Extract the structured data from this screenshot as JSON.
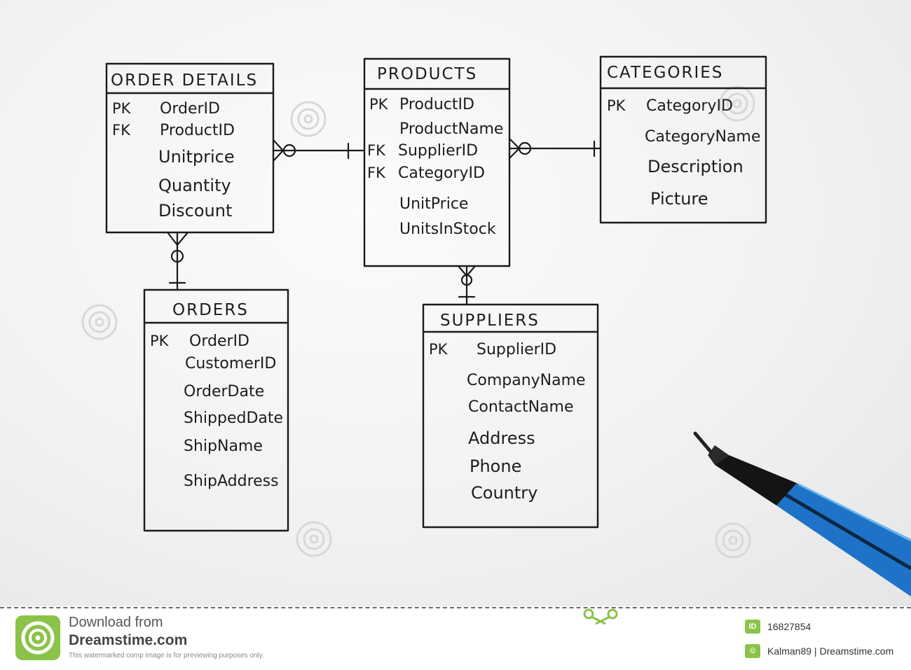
{
  "diagram": {
    "entities": [
      {
        "id": "order_details",
        "title": "ORDER DETAILS",
        "rows": [
          {
            "key": "PK",
            "name": "OrderID"
          },
          {
            "key": "FK",
            "name": "ProductID"
          },
          {
            "key": "",
            "name": "Unitprice"
          },
          {
            "key": "",
            "name": "Quantity"
          },
          {
            "key": "",
            "name": "Discount"
          }
        ]
      },
      {
        "id": "products",
        "title": "PRODUCTS",
        "rows": [
          {
            "key": "PK",
            "name": "ProductID"
          },
          {
            "key": "",
            "name": "ProductName"
          },
          {
            "key": "FK",
            "name": "SupplierID"
          },
          {
            "key": "FK",
            "name": "CategoryID"
          },
          {
            "key": "",
            "name": "UnitPrice"
          },
          {
            "key": "",
            "name": "UnitsInStock"
          }
        ]
      },
      {
        "id": "categories",
        "title": "CATEGORIES",
        "rows": [
          {
            "key": "PK",
            "name": "CategoryID"
          },
          {
            "key": "",
            "name": "CategoryName"
          },
          {
            "key": "",
            "name": "Description"
          },
          {
            "key": "",
            "name": "Picture"
          }
        ]
      },
      {
        "id": "orders",
        "title": "ORDERS",
        "rows": [
          {
            "key": "PK",
            "name": "OrderID"
          },
          {
            "key": "",
            "name": "CustomerID"
          },
          {
            "key": "",
            "name": "OrderDate"
          },
          {
            "key": "",
            "name": "ShippedDate"
          },
          {
            "key": "",
            "name": "ShipName"
          },
          {
            "key": "",
            "name": "ShipAddress"
          }
        ]
      },
      {
        "id": "suppliers",
        "title": "SUPPLIERS",
        "rows": [
          {
            "key": "PK",
            "name": "SupplierID"
          },
          {
            "key": "",
            "name": "CompanyName"
          },
          {
            "key": "",
            "name": "ContactName"
          },
          {
            "key": "",
            "name": "Address"
          },
          {
            "key": "",
            "name": "Phone"
          },
          {
            "key": "",
            "name": "Country"
          }
        ]
      }
    ],
    "relationships": [
      {
        "from": "order_details",
        "from_end": "zero-or-many",
        "to": "products",
        "to_end": "one"
      },
      {
        "from": "products",
        "from_end": "zero-or-many",
        "to": "categories",
        "to_end": "one"
      },
      {
        "from": "order_details",
        "from_end": "zero-or-many",
        "to": "orders",
        "to_end": "one"
      },
      {
        "from": "products",
        "from_end": "zero-or-many",
        "to": "suppliers",
        "to_end": "one"
      }
    ]
  },
  "footer": {
    "download_line1": "Download from",
    "download_line2": "Dreamstime.com",
    "note": "This watermarked comp image is for previewing purposes only.",
    "id_label": "ID",
    "id_value": "16827854",
    "author": "Kalman89 | Dreamstime.com"
  },
  "colors": {
    "ink": "#1a1a1a",
    "pen_body": "#1e73c8",
    "logo_green": "#8bc34a"
  }
}
